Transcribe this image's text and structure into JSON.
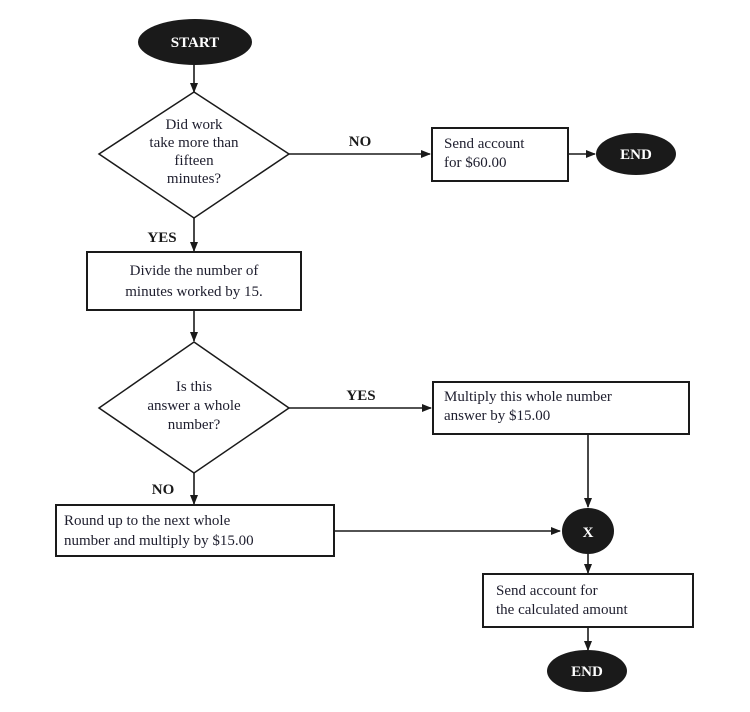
{
  "diagram": {
    "type": "flowchart",
    "nodes": {
      "start": {
        "kind": "terminator",
        "label": "START"
      },
      "q1": {
        "kind": "decision",
        "lines": [
          "Did work",
          "take more than",
          "fifteen",
          "minutes?"
        ]
      },
      "send60": {
        "kind": "process",
        "lines": [
          "Send account",
          "for $60.00"
        ]
      },
      "end1": {
        "kind": "terminator",
        "label": "END"
      },
      "divide": {
        "kind": "process",
        "lines": [
          "Divide the number of",
          "minutes worked by 15."
        ]
      },
      "q2": {
        "kind": "decision",
        "lines": [
          "Is this",
          "answer a whole",
          "number?"
        ]
      },
      "multiply": {
        "kind": "process",
        "lines": [
          "Multiply this whole number",
          "answer by $15.00"
        ]
      },
      "round": {
        "kind": "process",
        "lines": [
          "Round up to the next whole",
          "number and multiply by $15.00"
        ]
      },
      "join": {
        "kind": "connector",
        "label": "X"
      },
      "sendcalc": {
        "kind": "process",
        "lines": [
          "Send account for",
          "the calculated amount"
        ]
      },
      "end2": {
        "kind": "terminator",
        "label": "END"
      }
    },
    "edges": [
      {
        "from": "start",
        "to": "q1",
        "label": ""
      },
      {
        "from": "q1",
        "to": "send60",
        "label": "NO"
      },
      {
        "from": "send60",
        "to": "end1",
        "label": ""
      },
      {
        "from": "q1",
        "to": "divide",
        "label": "YES"
      },
      {
        "from": "divide",
        "to": "q2",
        "label": ""
      },
      {
        "from": "q2",
        "to": "multiply",
        "label": "YES"
      },
      {
        "from": "q2",
        "to": "round",
        "label": "NO"
      },
      {
        "from": "multiply",
        "to": "join",
        "label": ""
      },
      {
        "from": "round",
        "to": "join",
        "label": ""
      },
      {
        "from": "join",
        "to": "sendcalc",
        "label": ""
      },
      {
        "from": "sendcalc",
        "to": "end2",
        "label": ""
      }
    ]
  }
}
